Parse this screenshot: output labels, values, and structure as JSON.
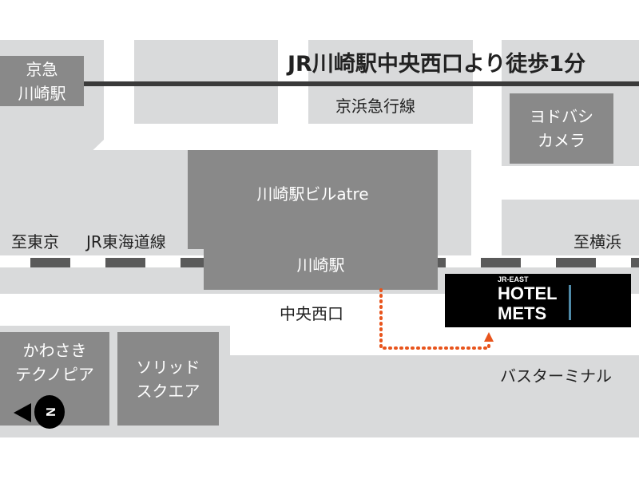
{
  "title": "JR川崎駅中央西口より徒歩1分",
  "labels": {
    "keikyu_station": [
      "京急",
      "川崎駅"
    ],
    "keikyu_line": "京浜急行線",
    "yodobashi": [
      "ヨドバシ",
      "カメラ"
    ],
    "atre": "川崎駅ビルatre",
    "kawasaki_station": "川崎駅",
    "to_tokyo": "至東京",
    "tokaido_line": "JR東海道線",
    "to_yokohama": "至横浜",
    "central_west_exit": "中央西口",
    "technopia": [
      "かわさき",
      "テクノピア"
    ],
    "solid_square": [
      "ソリッド",
      "スクエア"
    ],
    "bus_terminal": "バスターミナル"
  },
  "hotel": {
    "brand": "JR-EAST",
    "line1": "HOTEL",
    "line2": "METS"
  },
  "compass": {
    "letter": "N",
    "icon": "north-arrow-icon"
  },
  "colors": {
    "route": "#e8541c",
    "block_light": "#d9dadb",
    "block_dark": "#898989",
    "rail": "#3a3a3a",
    "hotel_bg": "#000000",
    "hotel_accent": "#4f8aa8"
  }
}
